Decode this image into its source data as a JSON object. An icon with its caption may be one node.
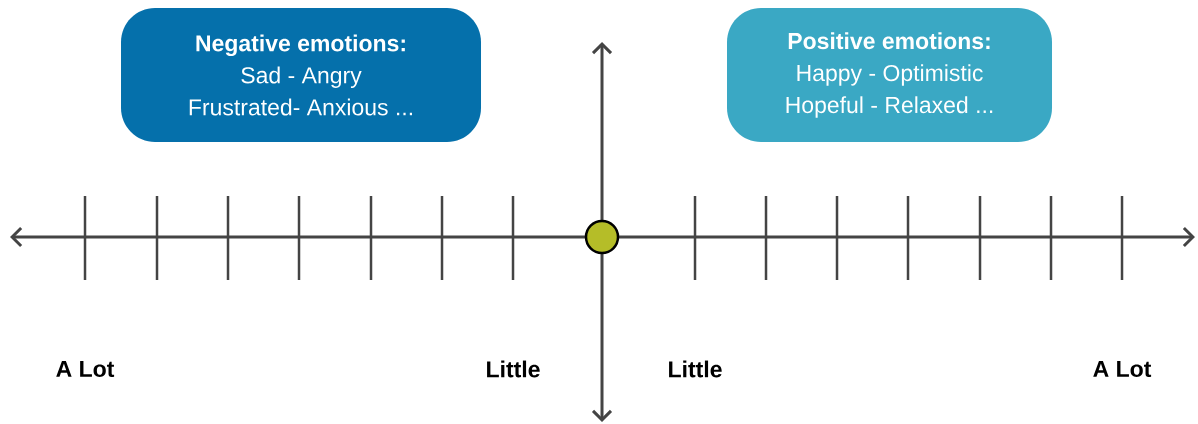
{
  "diagram": {
    "nodes": [
      {
        "text": [
          "Negative emotions:",
          "Sad - Angry",
          "Frustrated- Anxious ..."
        ]
      },
      {
        "text": [
          "Positive emotions:",
          "Happy - Optimistic",
          "Hopeful - Relaxed ..."
        ]
      },
      {
        "text": [],
        "shape": "circle"
      }
    ],
    "labels": [
      "A Lot",
      "Little",
      "Little",
      "A Lot"
    ]
  }
}
